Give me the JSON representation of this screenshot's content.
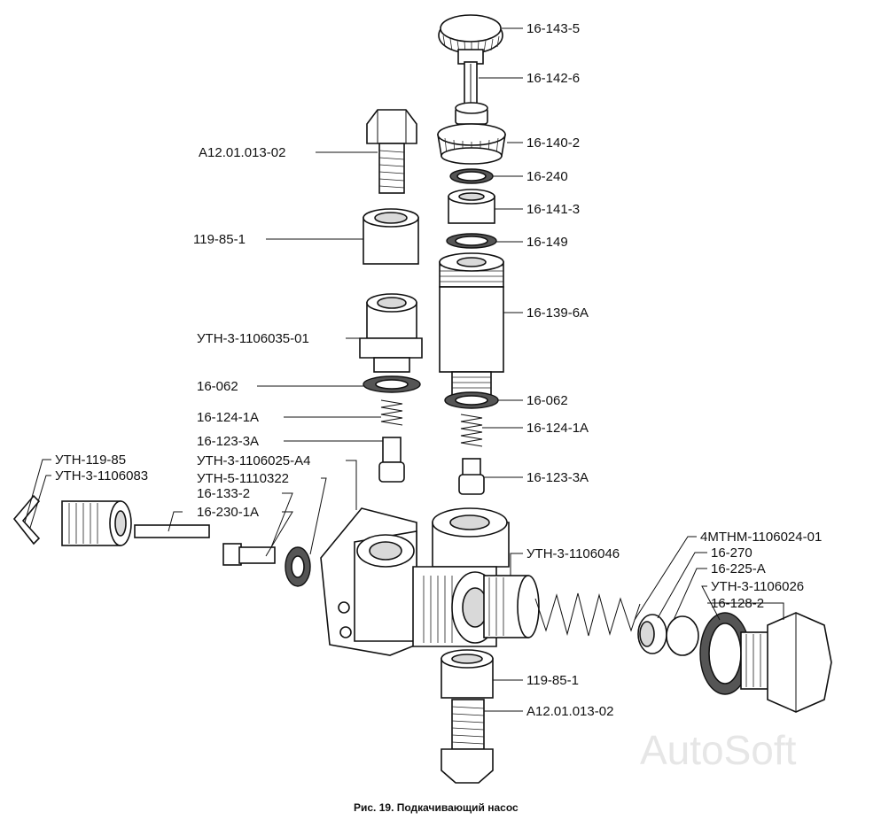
{
  "caption": "Рис. 19. Подкачивающий насос",
  "watermark": "AutoSoft",
  "labels": {
    "l1": "16-143-5",
    "l2": "16-142-6",
    "l3": "16-140-2",
    "l4": "16-240",
    "l5": "16-141-3",
    "l6": "16-149",
    "l7": "16-139-6А",
    "l8": "16-062",
    "l9": "16-124-1А",
    "l10": "16-123-3А",
    "l11": "УТН-3-1106046",
    "l12": "119-85-1",
    "l13": "А12.01.013-02",
    "l14": "А12.01.013-02",
    "l15": "119-85-1",
    "l16": "УТН-3-1106035-01",
    "l17": "16-062",
    "l18": "16-124-1А",
    "l19": "16-123-3А",
    "l20": "УТН-3-1106025-А4",
    "l21": "УТН-5-1110322",
    "l22": "16-133-2",
    "l23": "16-230-1А",
    "l24": "УТН-119-85",
    "l25": "УТН-3-1106083",
    "l26": "4МТНМ-1106024-01",
    "l27": "16-270",
    "l28": "16-225-А",
    "l29": "УТН-3-1106026",
    "l30": "16-128-2"
  }
}
